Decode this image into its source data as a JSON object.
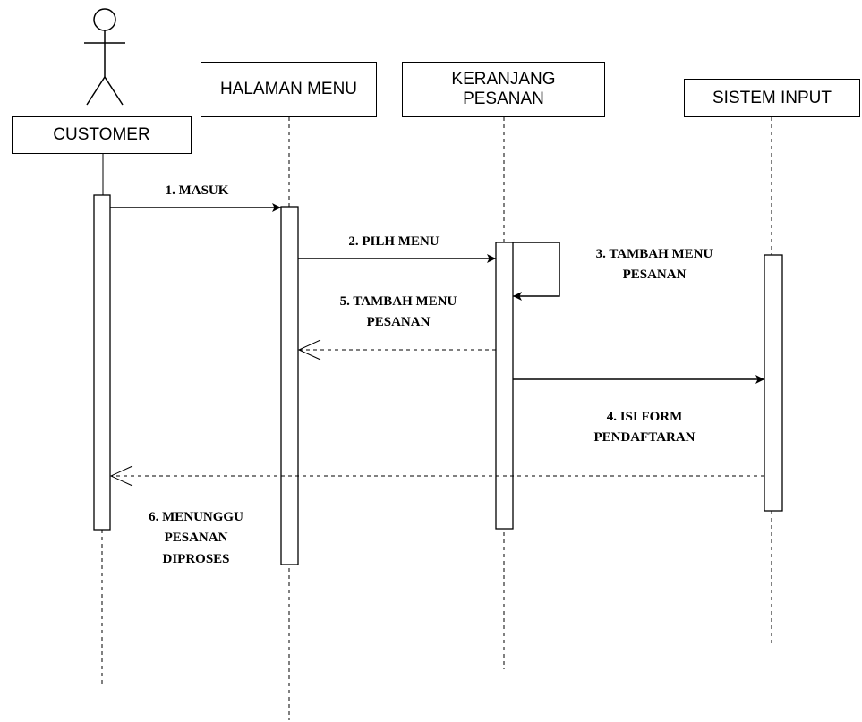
{
  "diagram": {
    "participants": [
      {
        "id": "customer",
        "label": "CUSTOMER",
        "type": "actor"
      },
      {
        "id": "menu",
        "label": "HALAMAN MENU",
        "type": "object"
      },
      {
        "id": "cart",
        "label": [
          "KERANJANG",
          "PESANAN"
        ],
        "type": "object"
      },
      {
        "id": "system",
        "label": "SISTEM INPUT",
        "type": "object"
      }
    ],
    "messages": [
      {
        "id": "m1",
        "label": [
          "1. MASUK"
        ],
        "from": "customer",
        "to": "menu",
        "style": "solid"
      },
      {
        "id": "m2",
        "label": [
          "2. PILH MENU"
        ],
        "from": "menu",
        "to": "cart",
        "style": "solid"
      },
      {
        "id": "m3",
        "label": [
          "3. TAMBAH MENU",
          "PESANAN"
        ],
        "from": "cart",
        "to": "cart",
        "style": "self"
      },
      {
        "id": "m4",
        "label": [
          "4. ISI FORM",
          "PENDAFTARAN"
        ],
        "from": "cart",
        "to": "system",
        "style": "solid"
      },
      {
        "id": "m5",
        "label": [
          "5. TAMBAH MENU",
          "PESANAN"
        ],
        "from": "cart",
        "to": "menu",
        "style": "dashed"
      },
      {
        "id": "m6",
        "label": [
          "6. MENUNGGU",
          "PESANAN",
          "DIPROSES"
        ],
        "from": "system",
        "to": "customer",
        "style": "dashed"
      }
    ]
  }
}
